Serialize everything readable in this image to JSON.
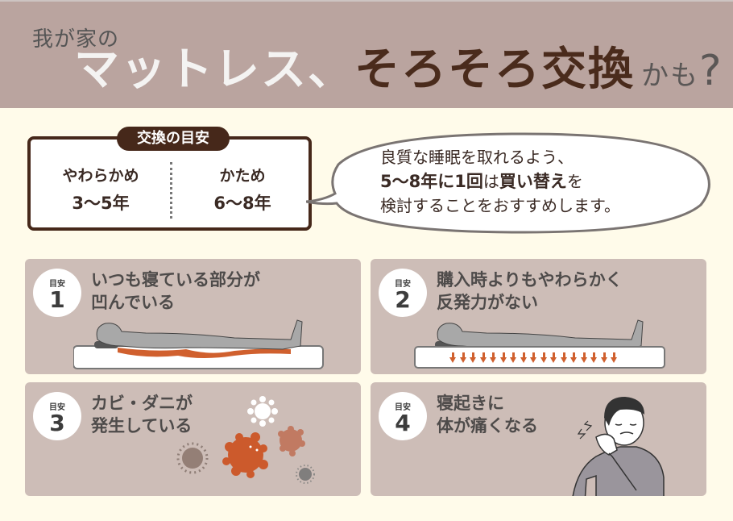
{
  "header": {
    "pretitle": "我が家の",
    "title_part1": "マットレス、",
    "title_part2": "そろそろ交換",
    "title_part3": "かも",
    "title_mark": "?"
  },
  "guide": {
    "tag": "交換の目安",
    "columns": [
      {
        "type": "やわらかめ",
        "years": "3～5年"
      },
      {
        "type": "かため",
        "years": "6～8年"
      }
    ]
  },
  "bubble": {
    "line1": "良質な睡眠を取れるよう、",
    "line2_bold1": "5～8年に1回",
    "line2_mid": "は",
    "line2_bold2": "買い替え",
    "line2_end": "を",
    "line3": "検討することをおすすめします。"
  },
  "cards": [
    {
      "label": "目安",
      "num": "1",
      "line1": "いつも寝ている部分が",
      "line2": "凹んでいる",
      "illustration": "person-lying-sunken-mattress"
    },
    {
      "label": "目安",
      "num": "2",
      "line1": "購入時よりもやわらかく",
      "line2": "反発力がない",
      "illustration": "person-lying-down-arrows",
      "arrow_count": 17
    },
    {
      "label": "目安",
      "num": "3",
      "line1": "カビ・ダニが",
      "line2": "発生している",
      "illustration": "mold-mite-germs"
    },
    {
      "label": "目安",
      "num": "4",
      "line1": "寝起きに",
      "line2": "体が痛くなる",
      "illustration": "man-holding-painful-neck"
    }
  ],
  "colors": {
    "header_bg": "#baa49f",
    "page_bg": "#fffbea",
    "card_bg": "#cdbdb7",
    "dark_brown": "#46281a",
    "accent_orange": "#d0602e"
  }
}
